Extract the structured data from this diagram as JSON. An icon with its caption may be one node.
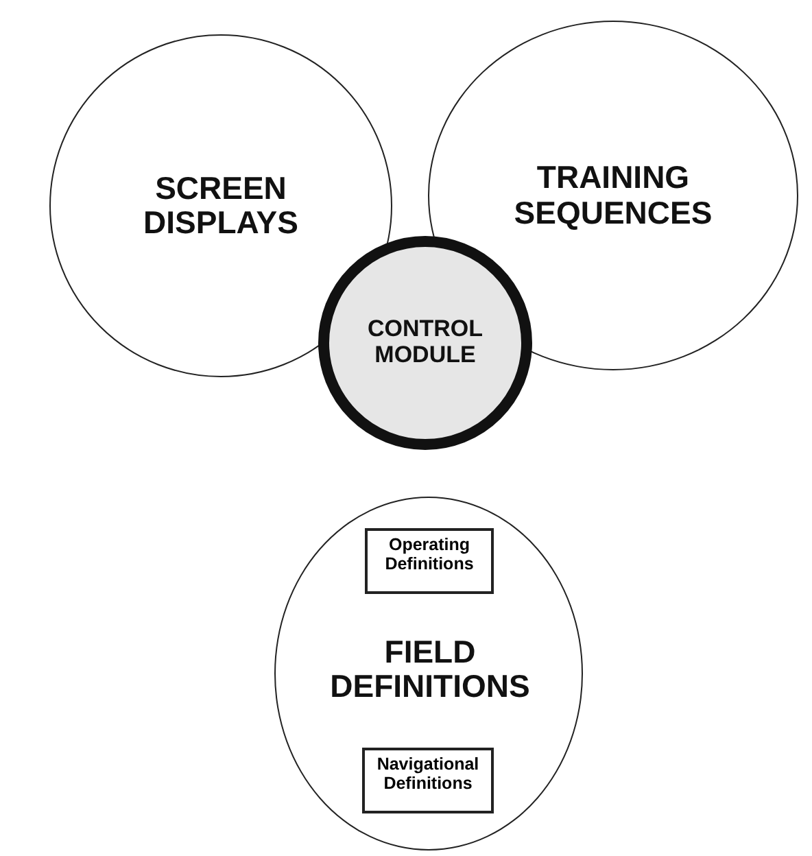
{
  "diagram": {
    "nodes": [
      {
        "text": [
          "SCREEN DISPLAYS"
        ]
      },
      {
        "text": [
          "TRAINING SEQUENCES"
        ]
      },
      {
        "text": [
          "CONTROL MODULE"
        ]
      },
      {
        "text": [
          "FIELD DEFINITIONS"
        ]
      },
      {
        "text": [
          "Operating Definitions"
        ],
        "in": 3
      },
      {
        "text": [
          "Navigational Definitions"
        ],
        "in": 3
      }
    ]
  }
}
